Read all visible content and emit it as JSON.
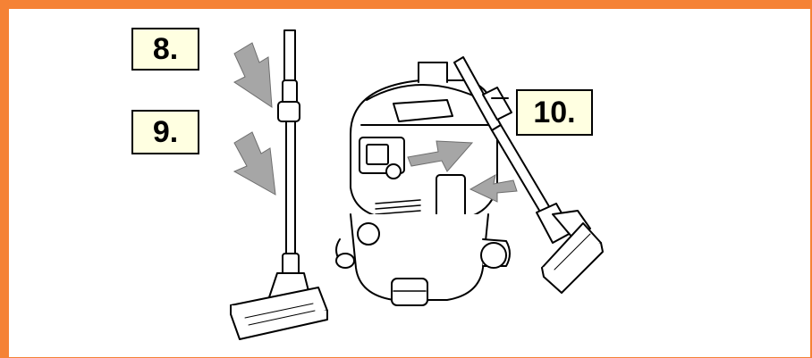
{
  "steps": {
    "step8": "8.",
    "step9": "9.",
    "step10": "10."
  },
  "colors": {
    "frame_accent": "#F58235",
    "label_background": "#FFFFE1",
    "arrow_fill": "#A6A6A6"
  }
}
